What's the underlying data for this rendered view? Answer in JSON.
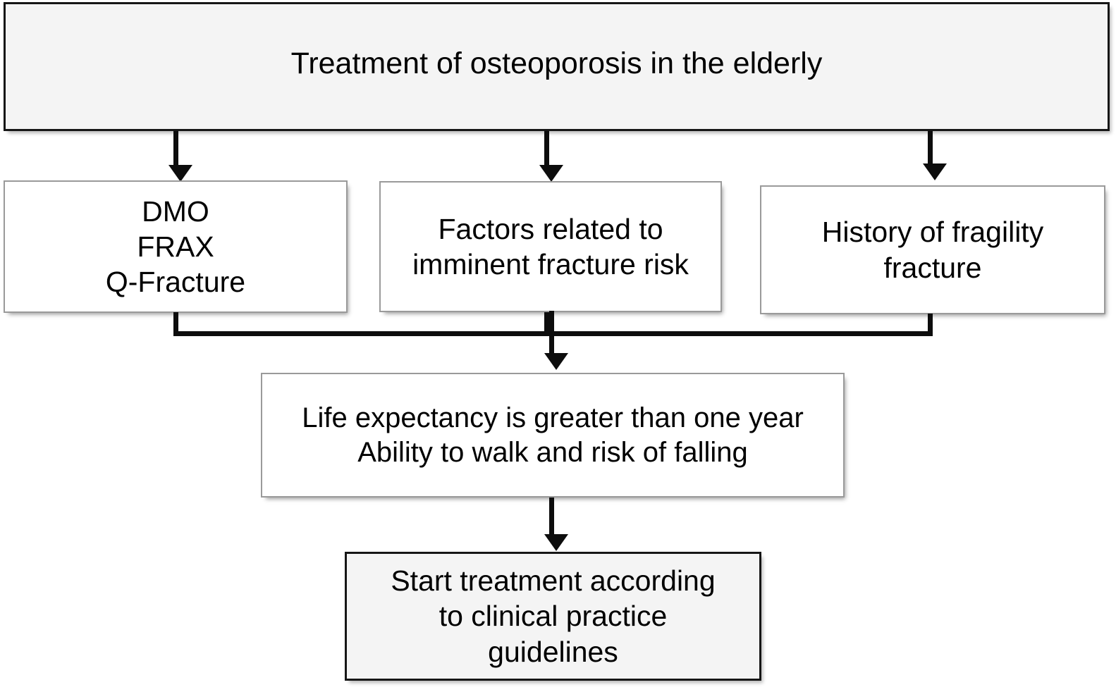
{
  "diagram": {
    "type": "flowchart",
    "title": "Treatment of osteoporosis in the elderly",
    "orientation": "top-down",
    "colors": {
      "canvas_background": "#ffffff",
      "heavy_box_fill": "#f4f4f4",
      "heavy_box_border": "#161616",
      "light_box_fill": "#ffffff",
      "light_box_border": "#9a9a9a",
      "connector": "#0d0d0d",
      "text": "#000000"
    },
    "nodes": [
      {
        "id": "title",
        "label": "Treatment of osteoporosis in the elderly",
        "style": "heavy",
        "level": 1
      },
      {
        "id": "risk-tools",
        "label": "DMO\nFRAX\nQ-Fracture",
        "style": "light",
        "level": 2
      },
      {
        "id": "imminent-risk",
        "label": "Factors related to\nimminent fracture risk",
        "style": "light",
        "level": 2
      },
      {
        "id": "fragility-fracture",
        "label": "History of fragility\nfracture",
        "style": "light",
        "level": 2
      },
      {
        "id": "life-expectancy",
        "label": "Life expectancy is greater than one year\nAbility to walk and risk of falling",
        "style": "light",
        "level": 3
      },
      {
        "id": "start-treatment",
        "label": "Start treatment according\nto clinical practice\nguidelines",
        "style": "heavy",
        "level": 4
      }
    ],
    "edges": [
      {
        "from": "title",
        "to": "risk-tools",
        "arrow": "down"
      },
      {
        "from": "title",
        "to": "imminent-risk",
        "arrow": "down"
      },
      {
        "from": "title",
        "to": "fragility-fracture",
        "arrow": "down"
      },
      {
        "from": "risk-tools",
        "to": "life-expectancy",
        "arrow": "merge-down"
      },
      {
        "from": "imminent-risk",
        "to": "life-expectancy",
        "arrow": "merge-down"
      },
      {
        "from": "fragility-fracture",
        "to": "life-expectancy",
        "arrow": "merge-down"
      },
      {
        "from": "life-expectancy",
        "to": "start-treatment",
        "arrow": "down"
      }
    ]
  }
}
